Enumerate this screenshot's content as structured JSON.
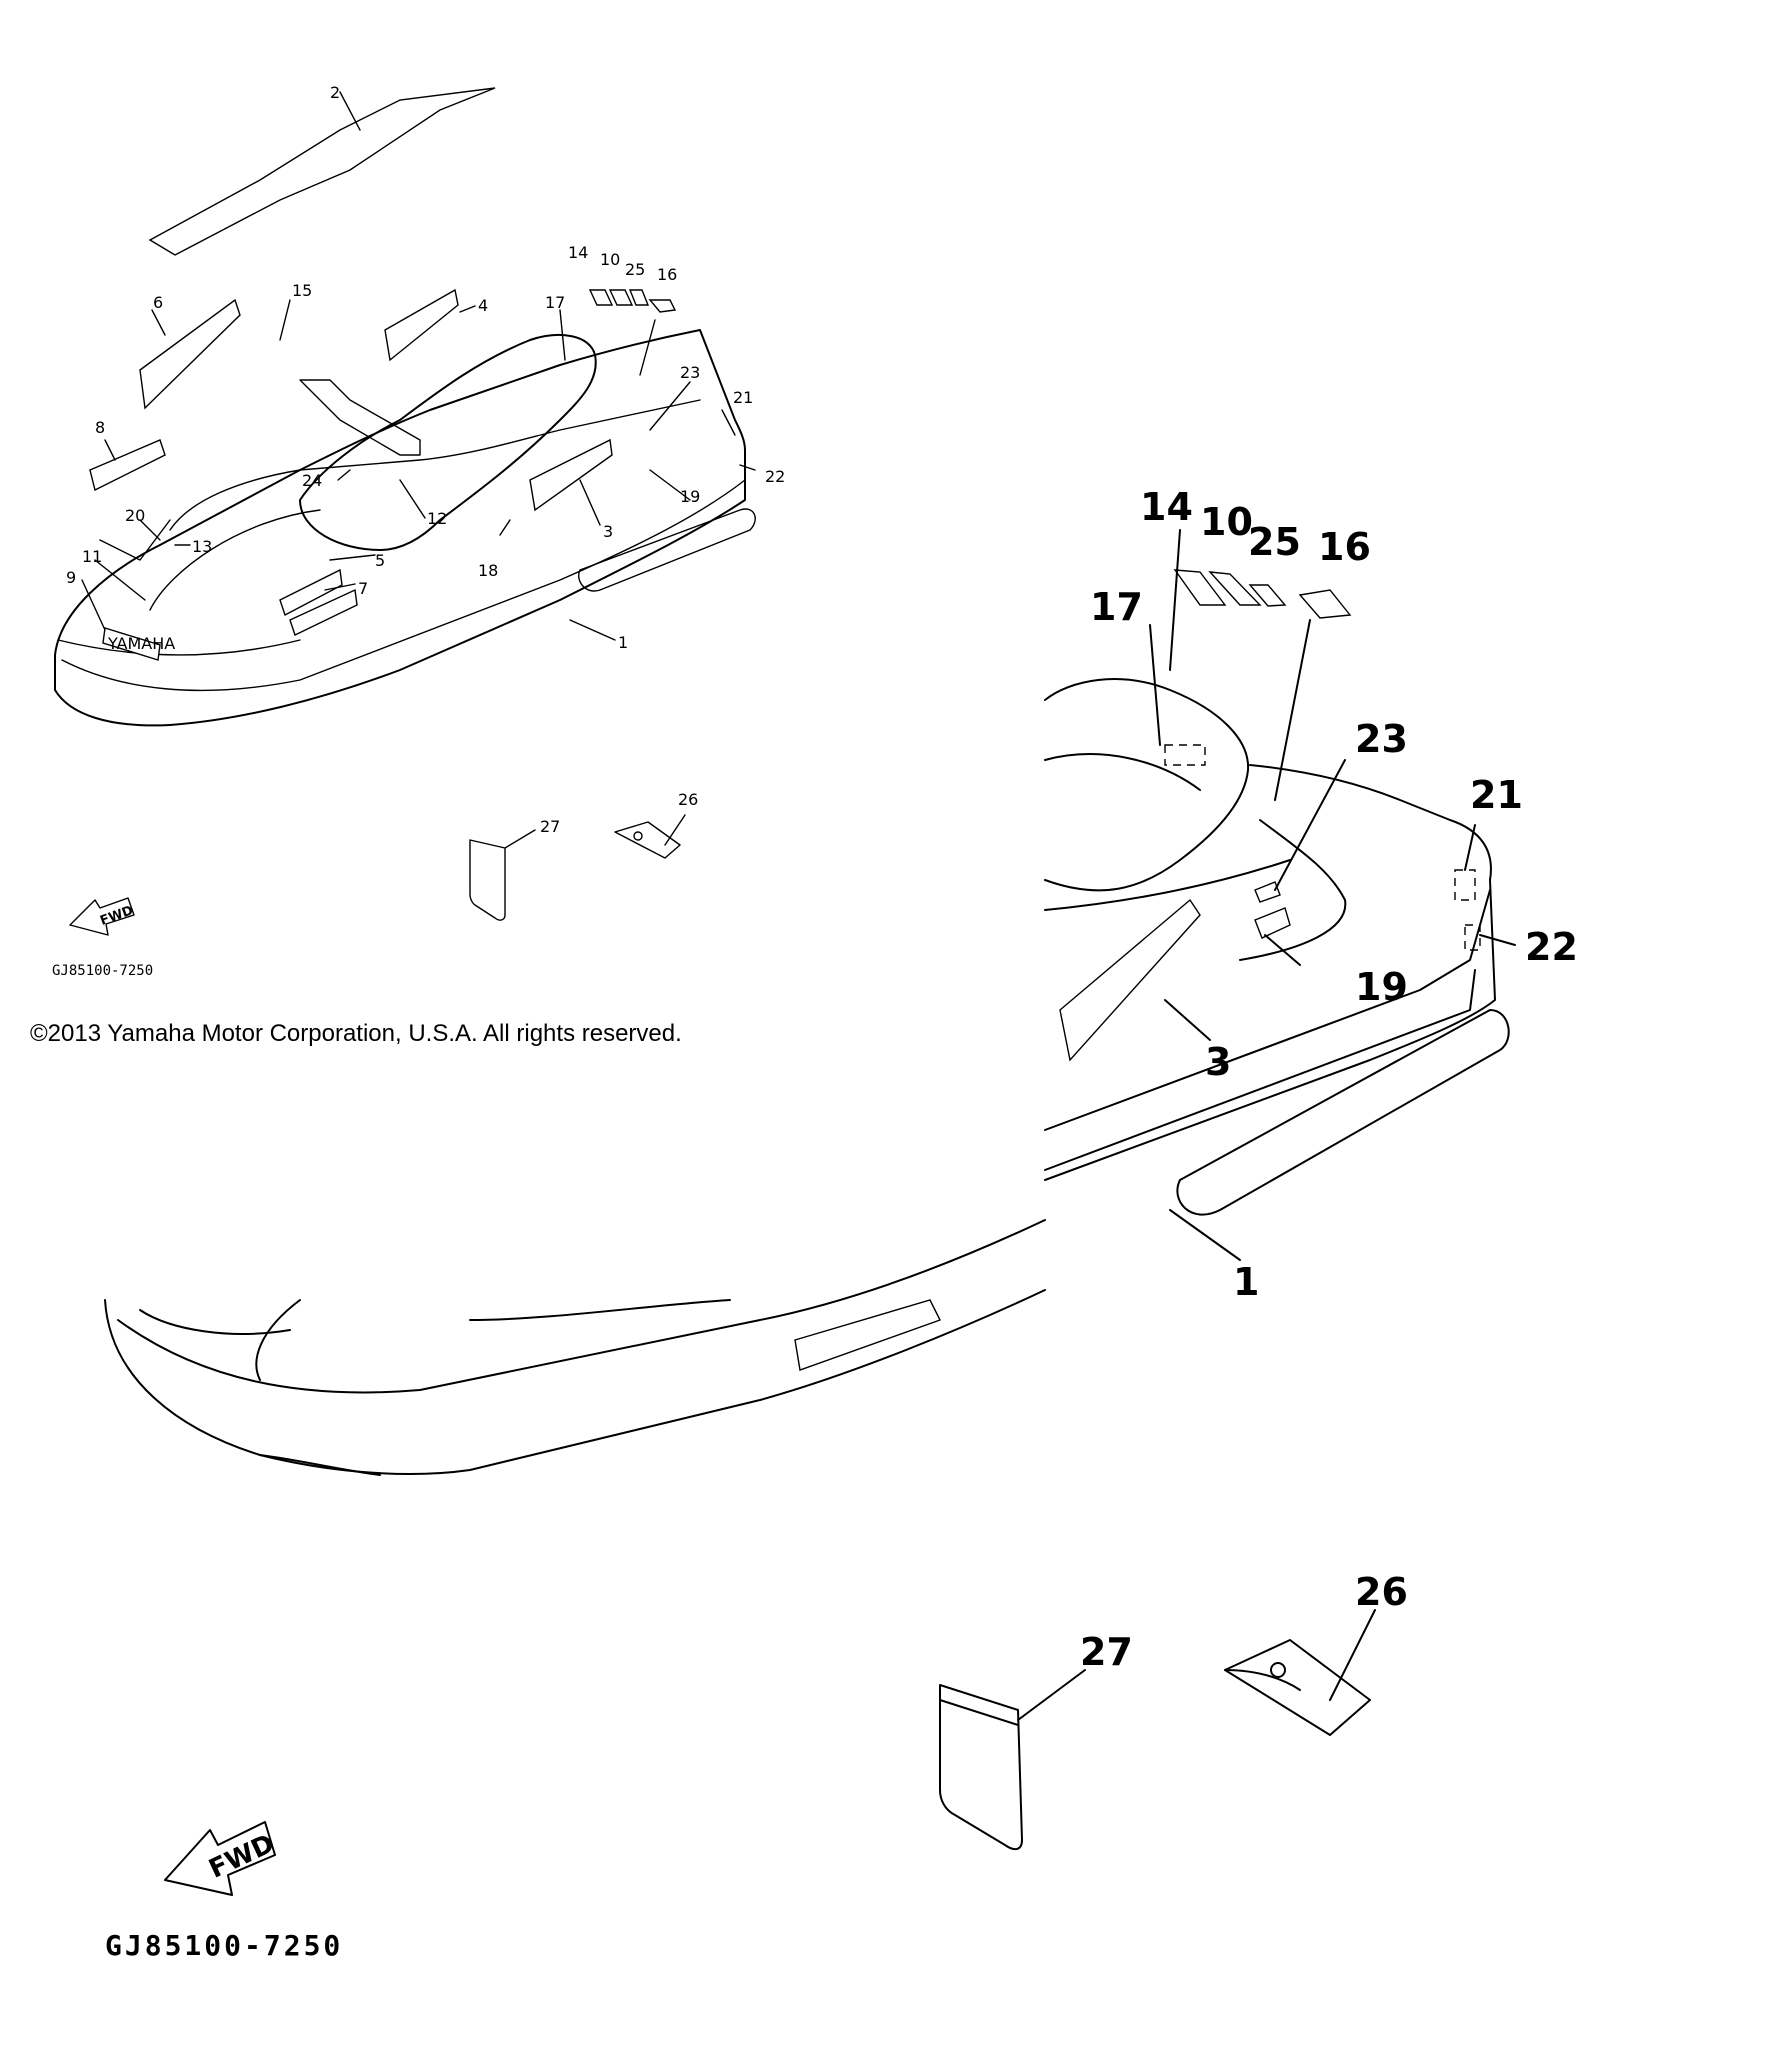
{
  "copyright": "©2013 Yamaha Motor Corporation, U.S.A. All rights reserved.",
  "diagram_code": "GJ85100-7250",
  "fwd_label": "FWD",
  "brand_decal": "YAMAHA",
  "overview_labels": {
    "p1": "1",
    "p2": "2",
    "p3": "3",
    "p4": "4",
    "p5": "5",
    "p6": "6",
    "p7": "7",
    "p8": "8",
    "p9": "9",
    "p10": "10",
    "p11": "11",
    "p12": "12",
    "p13": "13",
    "p14": "14",
    "p15": "15",
    "p16": "16",
    "p17": "17",
    "p18": "18",
    "p19": "19",
    "p20": "20",
    "p21": "21",
    "p22": "22",
    "p23": "23",
    "p24": "24",
    "p25": "25",
    "p26": "26",
    "p27": "27"
  },
  "detail_labels": {
    "p1": "1",
    "p3": "3",
    "p10": "10",
    "p14": "14",
    "p16": "16",
    "p17": "17",
    "p19": "19",
    "p21": "21",
    "p22": "22",
    "p23": "23",
    "p25": "25",
    "p26": "26",
    "p27": "27"
  }
}
